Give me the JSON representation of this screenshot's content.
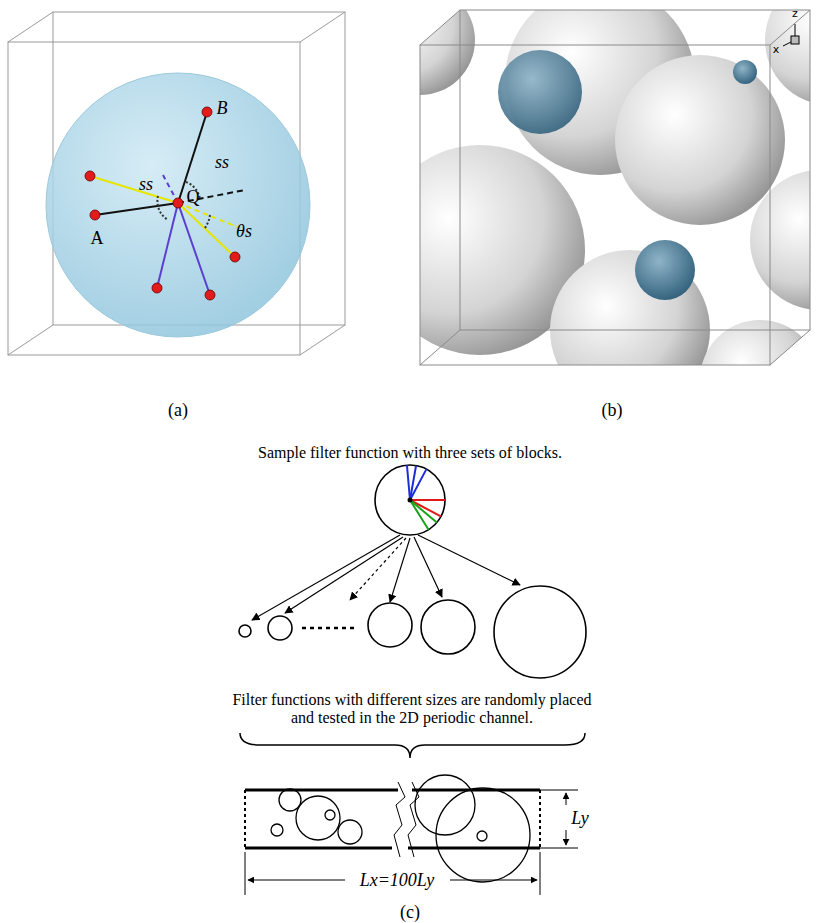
{
  "diagram": {
    "nodes": [
      {
        "text": [
          "Sample filter function with three sets of blocks."
        ]
      }
    ],
    "labels": [
      "B",
      "ss",
      "ss",
      "Q",
      "A",
      "θs",
      "(a)",
      "z",
      "x",
      "(b)",
      "Filter functions with different sizes are randomly placed and tested in the 2D periodic channel.",
      "Ly",
      "Lx=100Ly",
      "(c)"
    ]
  }
}
